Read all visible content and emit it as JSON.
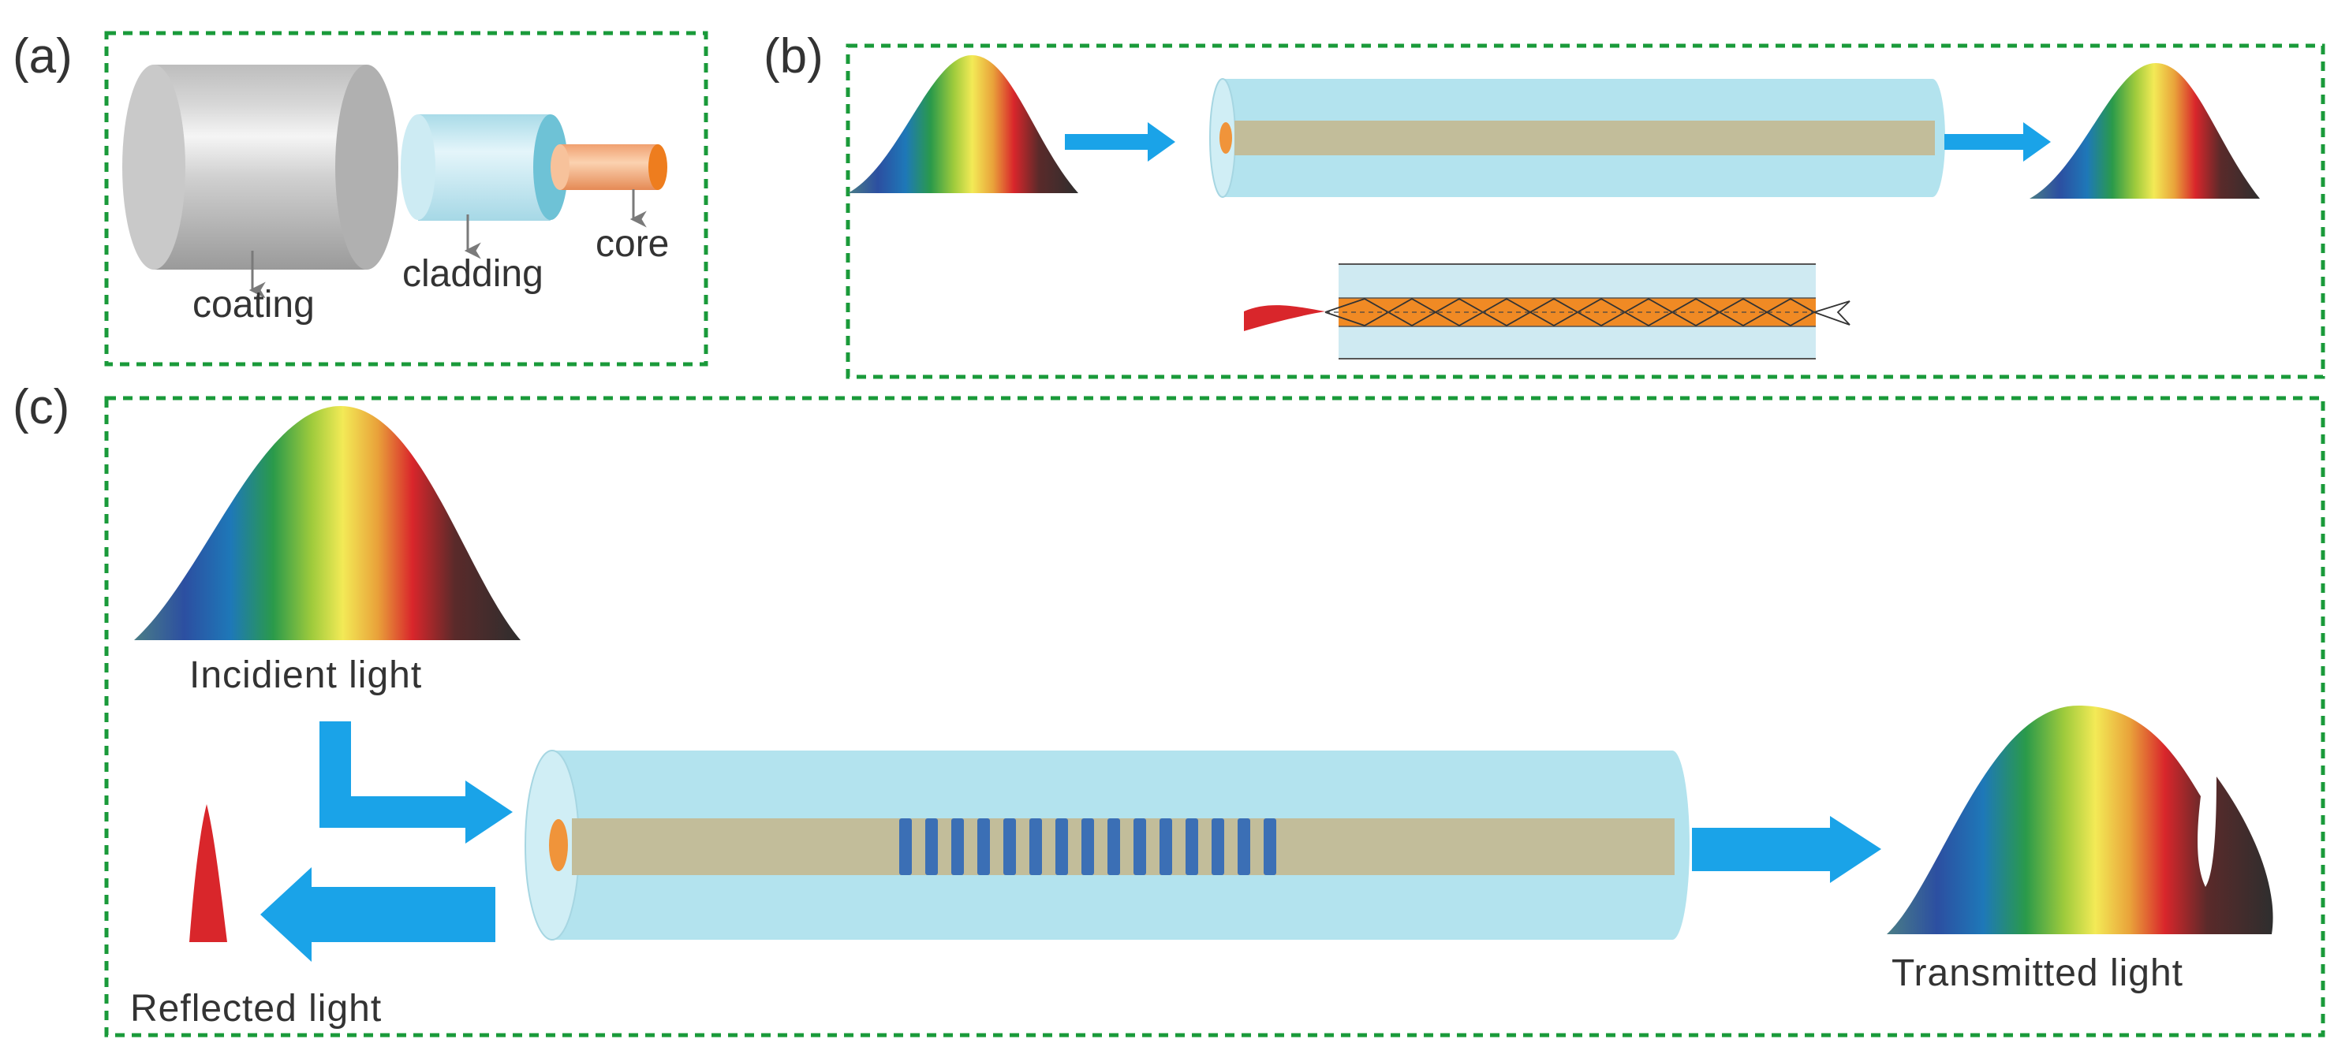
{
  "panels": {
    "a": {
      "letter": "(a)",
      "labels": {
        "coating": "coating",
        "cladding": "cladding",
        "core": "core"
      }
    },
    "b": {
      "letter": "(b)"
    },
    "c": {
      "letter": "(c)",
      "labels": {
        "incident": "Incidient light",
        "reflected": "Reflected light",
        "transmitted": "Transmitted light"
      }
    }
  },
  "colors": {
    "frame": "#1a9a3a",
    "arrow": "#1aa3e8",
    "fiber_cladding": "#b3e3ee",
    "fiber_core": "#c2bd9a",
    "core_end": "#f0943a",
    "grating": "#3b6fb5",
    "reflected_peak": "#d9262b",
    "propagation_core": "#f08a24"
  }
}
